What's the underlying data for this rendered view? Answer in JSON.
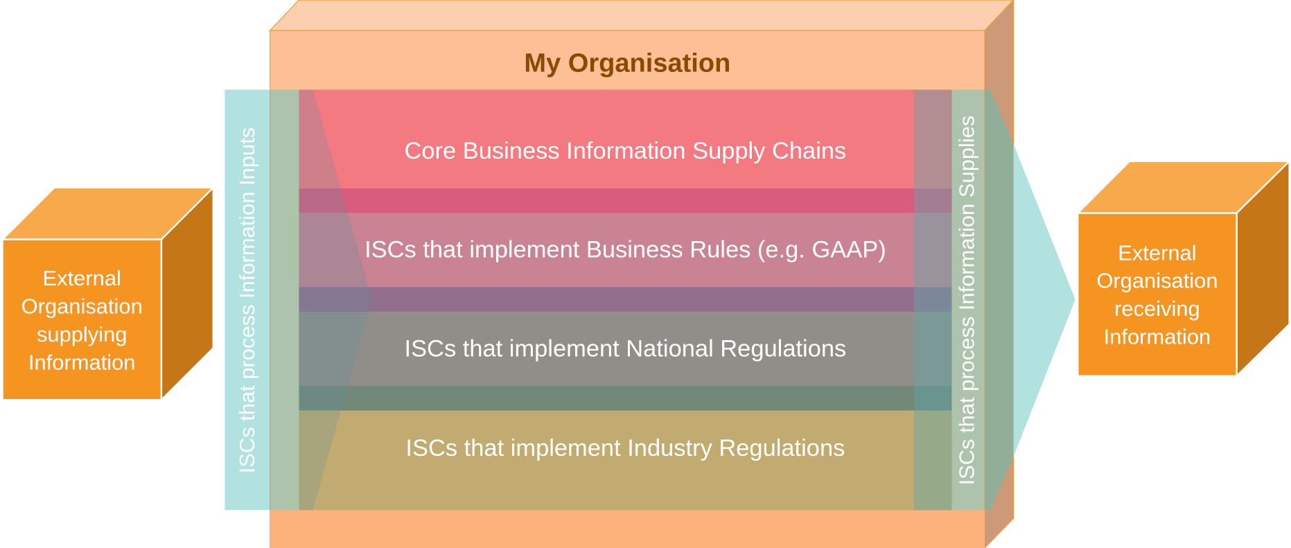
{
  "organisation": {
    "title": "My Organisation",
    "colors": {
      "front": "#fdbf96",
      "top": "#fccfb0",
      "side": "#cc9a78",
      "bottom": "#fdb27c",
      "border": "#f39a2a",
      "title_text": "#8a4a00"
    }
  },
  "rows": [
    {
      "label": "Core Business Information Supply Chains",
      "color": "#f47a82"
    },
    {
      "label": "ISCs that implement Business Rules (e.g. GAAP)",
      "color": "#c98393"
    },
    {
      "label": "ISCs that implement National Regulations",
      "color": "#908e88"
    },
    {
      "label": "ISCs that implement Industry Regulations",
      "color": "#c2ab70"
    }
  ],
  "separators": [
    {
      "color": "#d95b7e"
    },
    {
      "color": "#926f8c"
    },
    {
      "color": "#728878"
    }
  ],
  "input_band": {
    "label": "ISCs that process Information Inputs",
    "color": "#b2e2df"
  },
  "output_band": {
    "label": "ISCs that process Information Supplies",
    "color": "#b2e2df"
  },
  "external_supplier": {
    "label": "External Organisation supplying Information",
    "colors": {
      "front": "#f59421",
      "top": "#f7a94b",
      "side": "#c57718"
    }
  },
  "external_receiver": {
    "label": "External Organisation receiving Information",
    "colors": {
      "front": "#f59421",
      "top": "#f7a94b",
      "side": "#c57718"
    }
  }
}
